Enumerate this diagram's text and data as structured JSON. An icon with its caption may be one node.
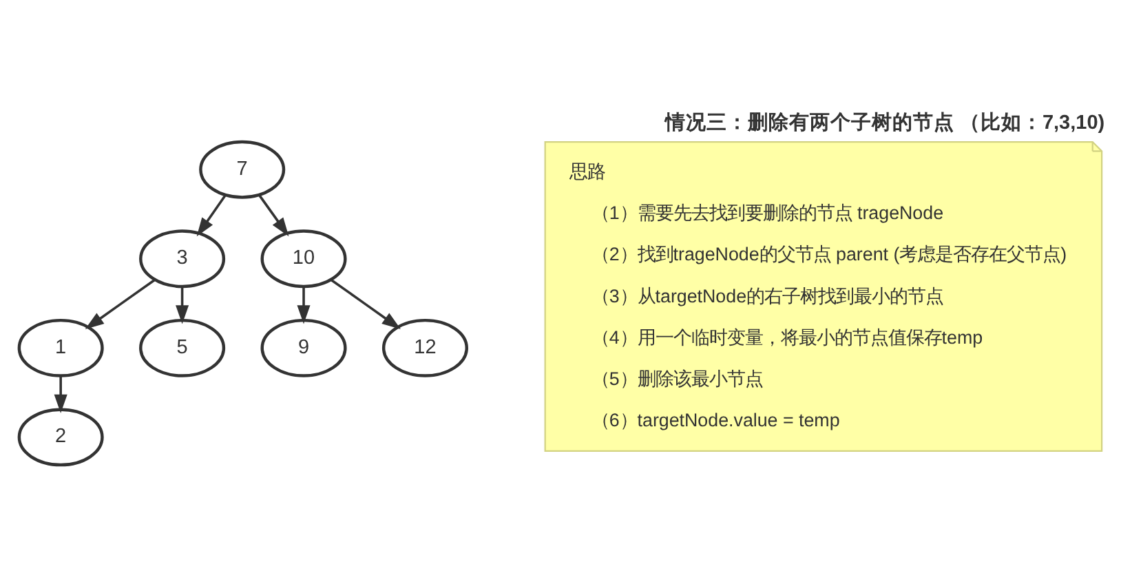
{
  "diagram": {
    "title": "情况三：删除有两个子树的节点 （比如：7,3,10)",
    "nodes": [
      {
        "text": [
          "7"
        ]
      },
      {
        "text": [
          "3"
        ]
      },
      {
        "text": [
          "10"
        ]
      },
      {
        "text": [
          "1"
        ]
      },
      {
        "text": [
          "5"
        ]
      },
      {
        "text": [
          "9"
        ]
      },
      {
        "text": [
          "12"
        ]
      },
      {
        "text": [
          "2"
        ]
      },
      {
        "text": [
          "思路",
          "（1）需要先去找到要删除的节点 trageNode",
          "（2）找到trageNode的父节点 parent (考虑是否存在父节点)",
          "（3）从targetNode的右子树找到最小的节点",
          "（4）用一个临时变量，将最小的节点值保存temp",
          "（5）删除该最小节点",
          "（6）targetNode.value = temp"
        ]
      }
    ],
    "edges": [
      {
        "from": 0,
        "to": 1,
        "arrow": "to"
      },
      {
        "from": 0,
        "to": 2,
        "arrow": "to"
      },
      {
        "from": 1,
        "to": 3,
        "arrow": "to"
      },
      {
        "from": 1,
        "to": 4,
        "arrow": "to"
      },
      {
        "from": 2,
        "to": 5,
        "arrow": "to"
      },
      {
        "from": 2,
        "to": 6,
        "arrow": "to"
      },
      {
        "from": 3,
        "to": 7,
        "arrow": "to"
      }
    ]
  }
}
